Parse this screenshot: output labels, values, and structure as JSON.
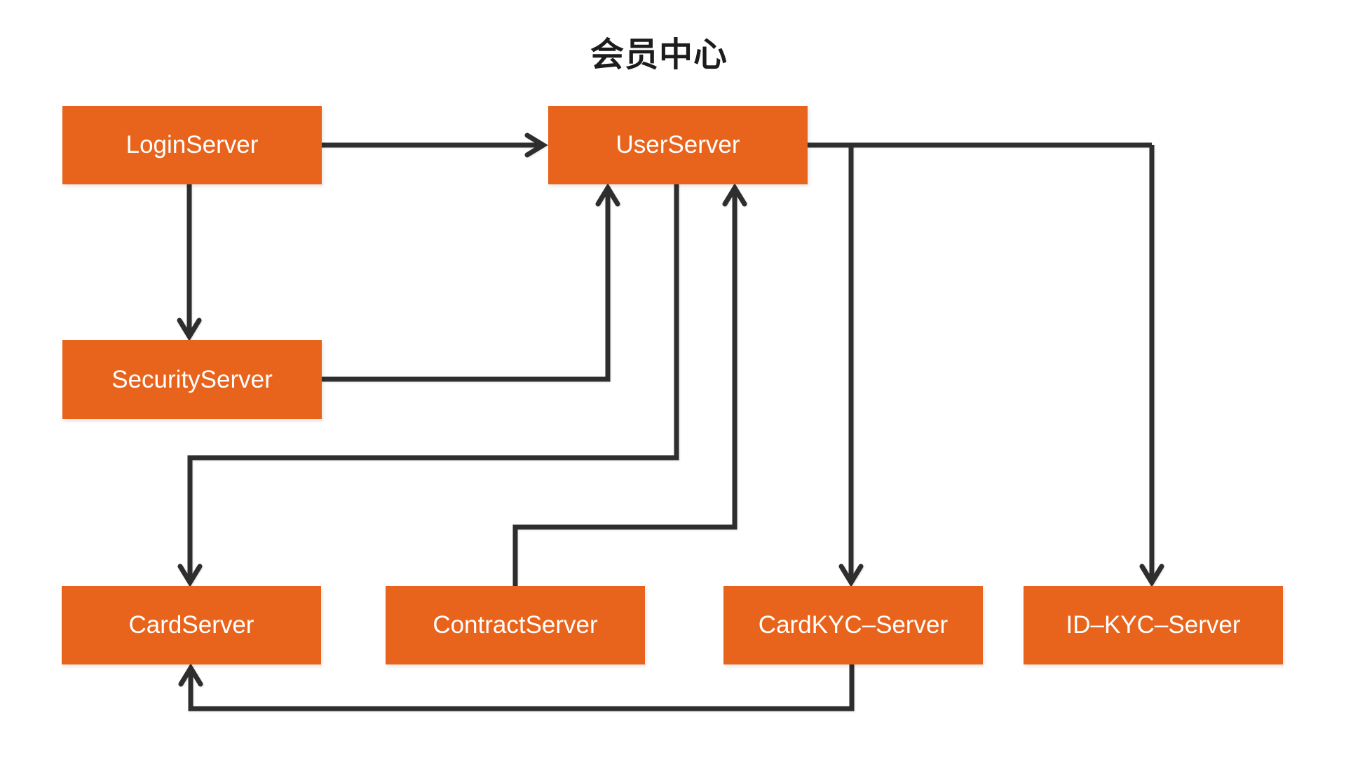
{
  "title": "会员中心",
  "colors": {
    "node_fill": "#e8641c",
    "node_text": "#ffffff",
    "connector": "#2e2e2e",
    "title_text": "#1c1c1c",
    "background": "#ffffff"
  },
  "nodes": [
    {
      "id": "login-server",
      "label": "LoginServer"
    },
    {
      "id": "user-server",
      "label": "UserServer"
    },
    {
      "id": "security-server",
      "label": "SecurityServer"
    },
    {
      "id": "card-server",
      "label": "CardServer"
    },
    {
      "id": "contract-server",
      "label": "ContractServer"
    },
    {
      "id": "card-kyc-server",
      "label": "CardKYC–Server"
    },
    {
      "id": "id-kyc-server",
      "label": "ID–KYC–Server"
    }
  ],
  "edges": [
    {
      "from": "LoginServer",
      "to": "UserServer"
    },
    {
      "from": "LoginServer",
      "to": "SecurityServer"
    },
    {
      "from": "SecurityServer",
      "to": "UserServer"
    },
    {
      "from": "UserServer",
      "to": "CardServer"
    },
    {
      "from": "ContractServer",
      "to": "UserServer"
    },
    {
      "from": "UserServer",
      "to": "CardKYC–Server"
    },
    {
      "from": "UserServer",
      "to": "ID–KYC–Server"
    },
    {
      "from": "CardKYC–Server",
      "to": "CardServer"
    }
  ]
}
